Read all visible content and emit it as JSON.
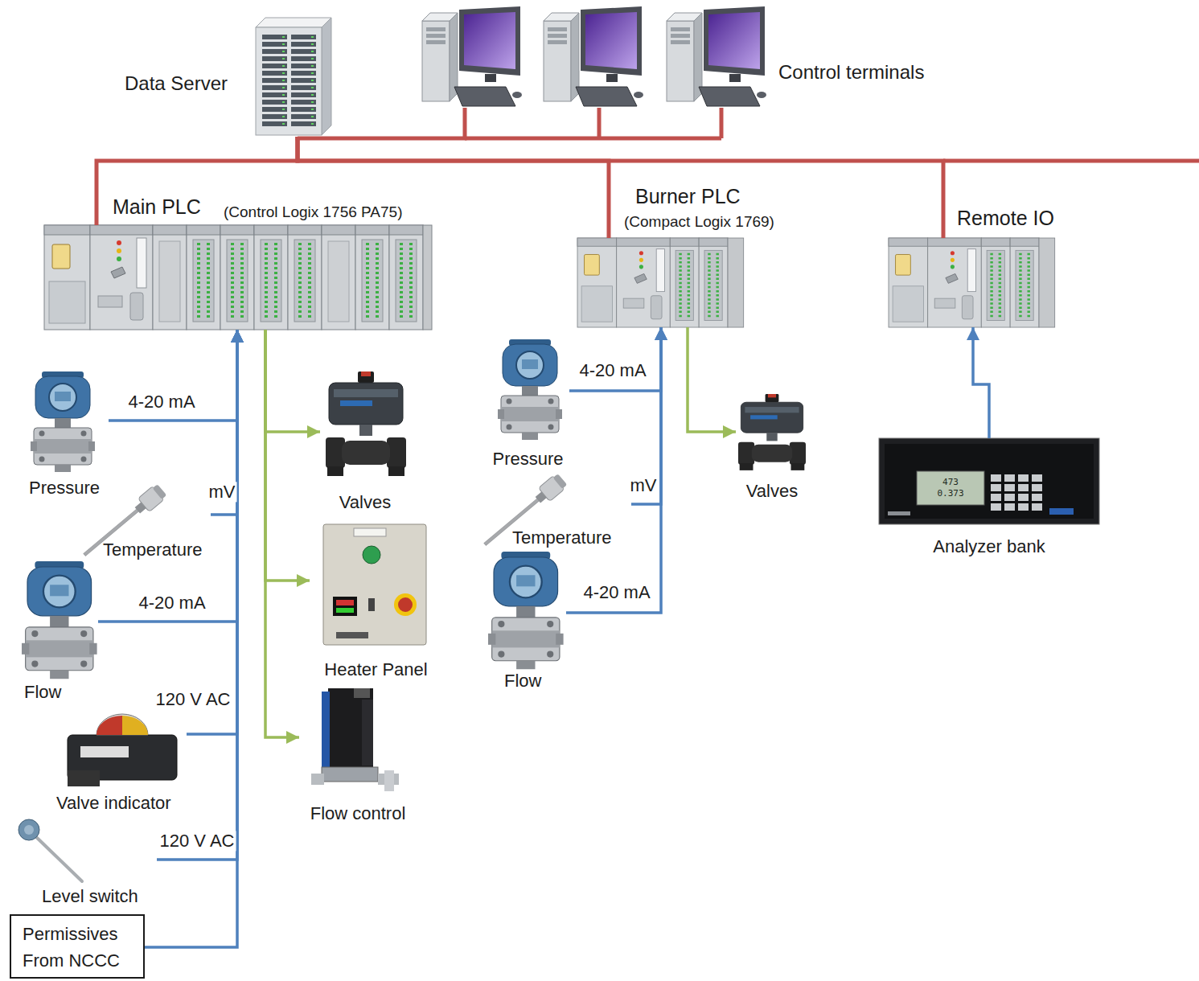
{
  "diagram": {
    "nodes": [
      {
        "text": [
          "Data Server"
        ]
      },
      {
        "text": [
          "Control terminals"
        ]
      },
      {
        "text": [
          "Main PLC",
          "(Control Logix 1756 PA75)"
        ]
      },
      {
        "text": [
          "Burner PLC",
          "(Compact Logix 1769)"
        ]
      },
      {
        "text": [
          "Remote IO"
        ]
      },
      {
        "text": [
          "Pressure"
        ]
      },
      {
        "text": [
          "Temperature"
        ]
      },
      {
        "text": [
          "Flow"
        ]
      },
      {
        "text": [
          "Valve indicator"
        ]
      },
      {
        "text": [
          "Level switch"
        ]
      },
      {
        "text": [
          "Permissives From NCCC"
        ]
      },
      {
        "text": [
          "Valves"
        ]
      },
      {
        "text": [
          "Heater Panel"
        ]
      },
      {
        "text": [
          "Flow control"
        ]
      },
      {
        "text": [
          "Pressure"
        ]
      },
      {
        "text": [
          "Temperature"
        ]
      },
      {
        "text": [
          "Flow"
        ]
      },
      {
        "text": [
          "Valves"
        ]
      },
      {
        "text": [
          "Analyzer bank"
        ]
      }
    ],
    "edges": [
      {
        "from": 1,
        "to": 0,
        "arrow": "none"
      },
      {
        "from": 0,
        "to": 2,
        "arrow": "none"
      },
      {
        "from": 0,
        "to": 3,
        "arrow": "none"
      },
      {
        "from": 0,
        "to": 4,
        "arrow": "none"
      },
      {
        "from": 5,
        "to": 2,
        "arrow": "to",
        "label": "4-20 mA"
      },
      {
        "from": 6,
        "to": 2,
        "arrow": "to",
        "label": "mV"
      },
      {
        "from": 7,
        "to": 2,
        "arrow": "to",
        "label": "4-20 mA"
      },
      {
        "from": 8,
        "to": 2,
        "arrow": "to",
        "label": "120 V AC"
      },
      {
        "from": 9,
        "to": 2,
        "arrow": "to",
        "label": "120 V AC"
      },
      {
        "from": 10,
        "to": 2,
        "arrow": "to"
      },
      {
        "from": 2,
        "to": 11,
        "arrow": "to"
      },
      {
        "from": 2,
        "to": 12,
        "arrow": "to"
      },
      {
        "from": 2,
        "to": 13,
        "arrow": "to"
      },
      {
        "from": 14,
        "to": 3,
        "arrow": "to",
        "label": "4-20 mA"
      },
      {
        "from": 15,
        "to": 3,
        "arrow": "to",
        "label": "mV"
      },
      {
        "from": 16,
        "to": 3,
        "arrow": "to",
        "label": "4-20 mA"
      },
      {
        "from": 3,
        "to": 17,
        "arrow": "to"
      },
      {
        "from": 18,
        "to": 4,
        "arrow": "to"
      }
    ],
    "labels": [
      "473",
      "0.373"
    ]
  }
}
